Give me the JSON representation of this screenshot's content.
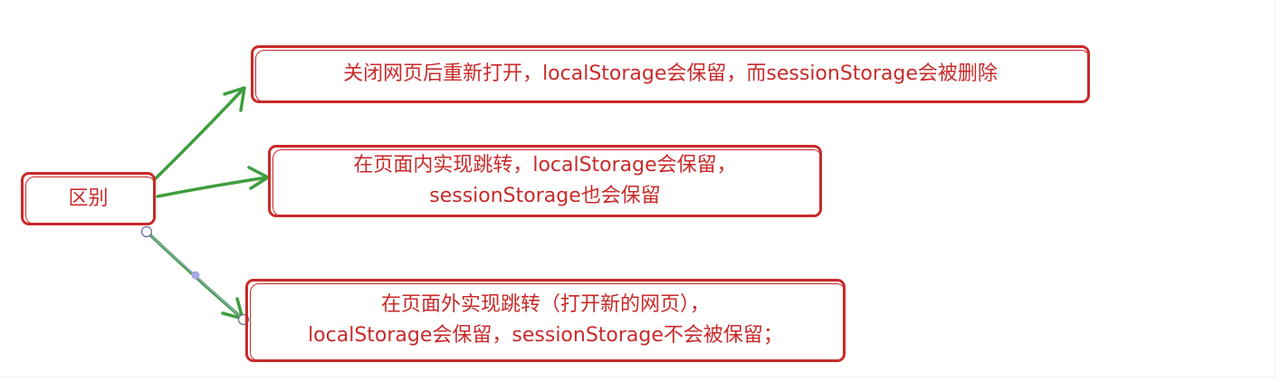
{
  "root": {
    "label": "区别"
  },
  "branches": [
    {
      "lines": [
        "关闭网页后重新打开，localStorage会保留，而sessionStorage会被删除"
      ]
    },
    {
      "lines": [
        "在页面内实现跳转，localStorage会保留，",
        "sessionStorage也会保留"
      ]
    },
    {
      "lines": [
        "在页面外实现跳转（打开新的网页），",
        "localStorage会保留，sessionStorage不会被保留；"
      ]
    }
  ],
  "colors": {
    "box": "#c92a2a",
    "arrow": "#3f9e3f",
    "handle": "#5f6b8a",
    "handle_mid": "#a9a6e8"
  }
}
